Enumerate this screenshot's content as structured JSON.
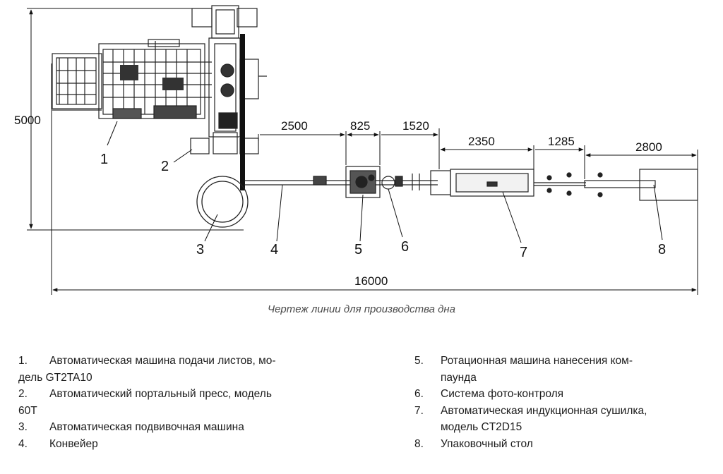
{
  "drawing": {
    "dimensions": {
      "height": "5000",
      "total_length": "16000",
      "d1": "2500",
      "d2": "825",
      "d3": "1520",
      "d4": "2350",
      "d5": "1285",
      "d6": "2800"
    },
    "callouts": [
      "1",
      "2",
      "3",
      "4",
      "5",
      "6",
      "7",
      "8"
    ]
  },
  "caption": "Чертеж линии для производства дна",
  "legend": {
    "left": [
      {
        "n": "1.",
        "text": "Автоматическая машина подачи листов, мо-",
        "cont": "дель GT2TA10"
      },
      {
        "n": "2.",
        "text": "Автоматический портальный пресс, модель",
        "cont": "60T"
      },
      {
        "n": "3.",
        "text": "Автоматическая подвивочная машина"
      },
      {
        "n": "4.",
        "text": "Конвейер"
      }
    ],
    "right": [
      {
        "n": "5.",
        "text": "Ротационная машина нанесения ком-",
        "cont": "паунда"
      },
      {
        "n": "6.",
        "text": "Система фото-контроля"
      },
      {
        "n": "7.",
        "text": "Автоматическая индукционная сушилка,",
        "cont": "модель CT2D15"
      },
      {
        "n": "8.",
        "text": "Упаковочный стол"
      }
    ]
  }
}
